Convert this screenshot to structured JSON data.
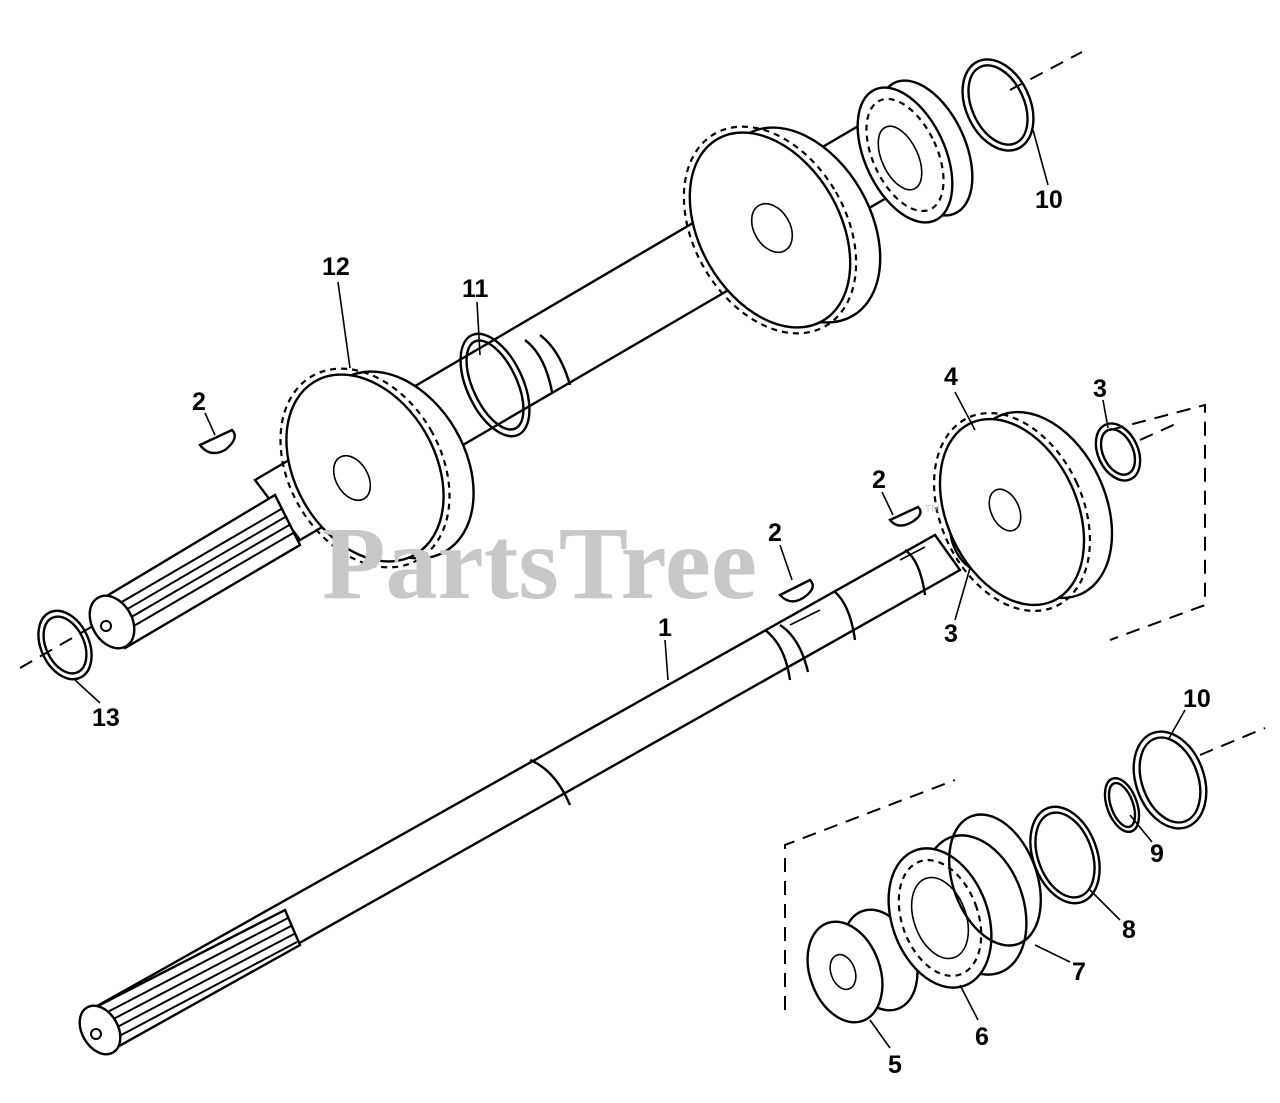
{
  "watermark": {
    "text": "PartsTree",
    "mark": "TM"
  },
  "callouts": [
    {
      "id": "1",
      "label": "1"
    },
    {
      "id": "2a",
      "label": "2"
    },
    {
      "id": "2b",
      "label": "2"
    },
    {
      "id": "2c",
      "label": "2"
    },
    {
      "id": "3a",
      "label": "3"
    },
    {
      "id": "3b",
      "label": "3"
    },
    {
      "id": "4",
      "label": "4"
    },
    {
      "id": "5",
      "label": "5"
    },
    {
      "id": "6",
      "label": "6"
    },
    {
      "id": "7",
      "label": "7"
    },
    {
      "id": "8",
      "label": "8"
    },
    {
      "id": "9",
      "label": "9"
    },
    {
      "id": "10a",
      "label": "10"
    },
    {
      "id": "10b",
      "label": "10"
    },
    {
      "id": "11",
      "label": "11"
    },
    {
      "id": "12",
      "label": "12"
    },
    {
      "id": "13",
      "label": "13"
    }
  ]
}
